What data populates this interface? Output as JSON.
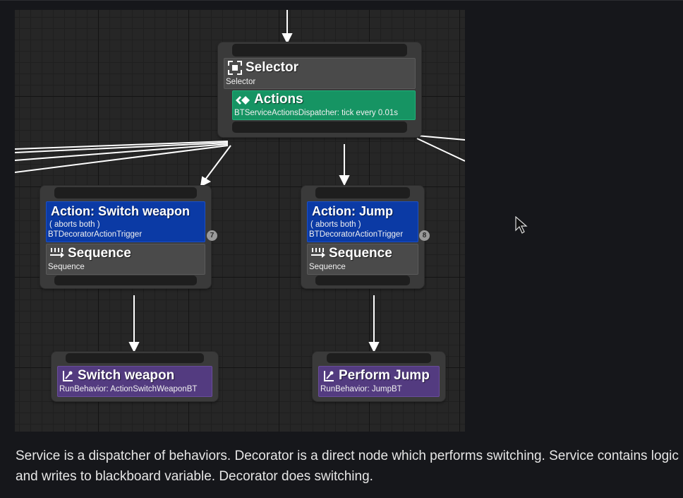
{
  "graph": {
    "root": {
      "title": "Selector",
      "subtitle": "Selector",
      "service": {
        "title": "Actions",
        "subtitle": "BTServiceActionsDispatcher: tick every 0.01s"
      }
    },
    "branches": [
      {
        "decorator": {
          "title": "Action: Switch weapon",
          "aborts": "( aborts both )",
          "subtitle": "BTDecoratorActionTrigger"
        },
        "badge": "7",
        "composite": {
          "title": "Sequence",
          "subtitle": "Sequence"
        },
        "task": {
          "title": "Switch weapon",
          "subtitle": "RunBehavior: ActionSwitchWeaponBT"
        }
      },
      {
        "decorator": {
          "title": "Action: Jump",
          "aborts": "( aborts both )",
          "subtitle": "BTDecoratorActionTrigger"
        },
        "badge": "8",
        "composite": {
          "title": "Sequence",
          "subtitle": "Sequence"
        },
        "task": {
          "title": "Perform Jump",
          "subtitle": "RunBehavior: JumpBT"
        }
      }
    ],
    "colors": {
      "selector": "#4a4a4a",
      "service": "#169463",
      "decorator": "#0b3aa5",
      "task": "#533b80"
    }
  },
  "caption": "Service is a dispatcher of behaviors. Decorator is a direct node which performs switching. Service contains logic and writes to blackboard variable. Decorator does switching."
}
